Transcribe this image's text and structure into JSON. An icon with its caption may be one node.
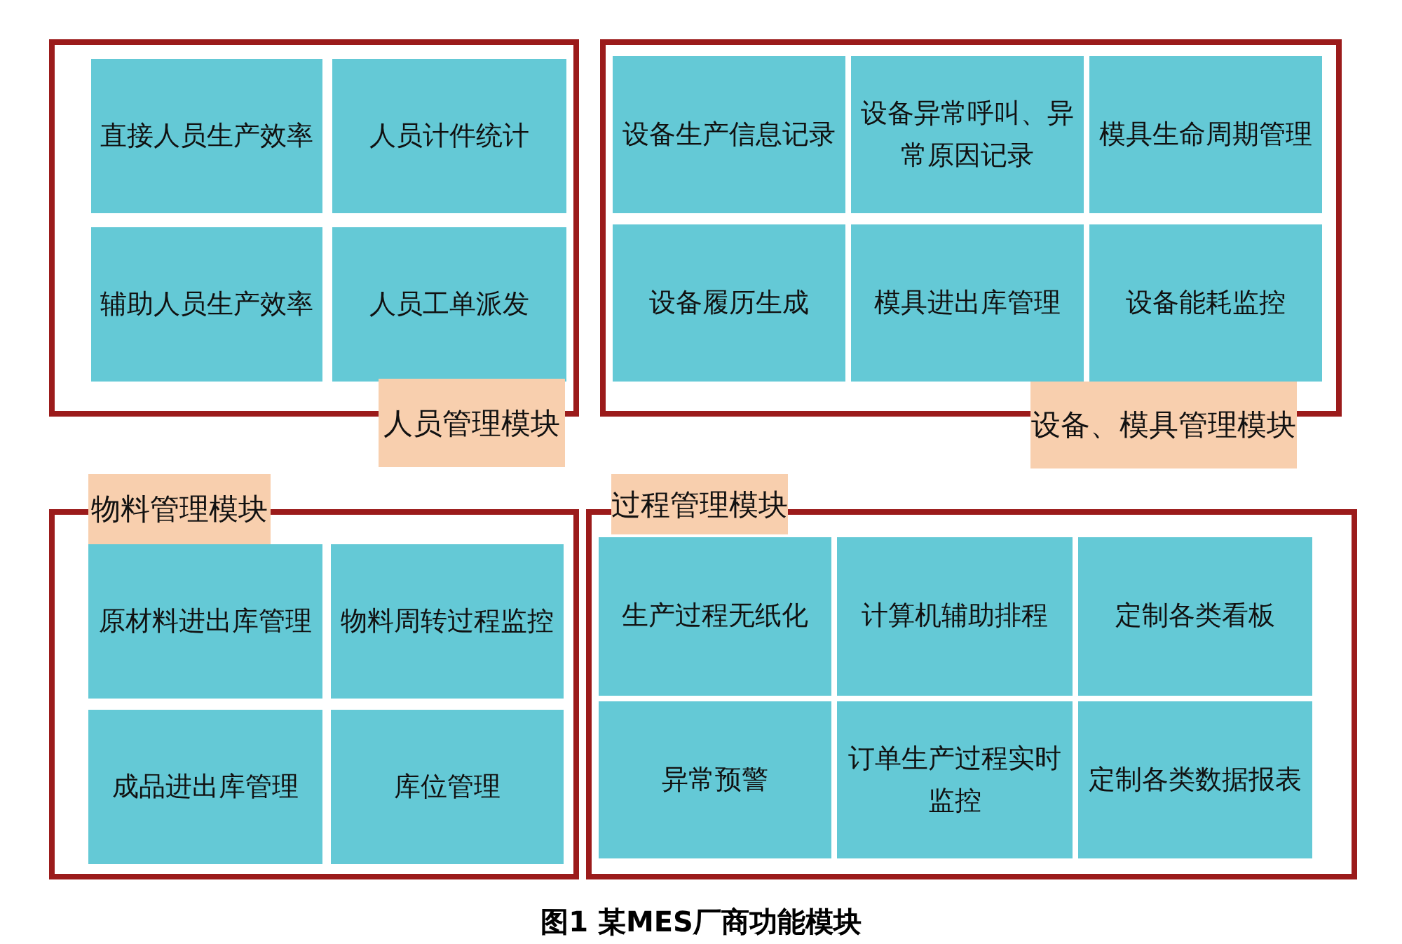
{
  "diagram": {
    "caption": "图1 某MES厂商功能模块",
    "nodes": [
      {
        "text": [
          "人员管理模块"
        ]
      },
      {
        "text": [
          "直接人员生产效率"
        ],
        "in": 0
      },
      {
        "text": [
          "人员计件统计"
        ],
        "in": 0
      },
      {
        "text": [
          "辅助人员生产效率"
        ],
        "in": 0
      },
      {
        "text": [
          "人员工单派发"
        ],
        "in": 0
      },
      {
        "text": [
          "设备、模具管理模块"
        ]
      },
      {
        "text": [
          "设备生产信息记录"
        ],
        "in": 5
      },
      {
        "text": [
          "设备异常呼叫、异常原因记录"
        ],
        "in": 5
      },
      {
        "text": [
          "模具生命周期管理"
        ],
        "in": 5
      },
      {
        "text": [
          "设备履历生成"
        ],
        "in": 5
      },
      {
        "text": [
          "模具进出库管理"
        ],
        "in": 5
      },
      {
        "text": [
          "设备能耗监控"
        ],
        "in": 5
      },
      {
        "text": [
          "物料管理模块"
        ]
      },
      {
        "text": [
          "原材料进出库管理"
        ],
        "in": 12
      },
      {
        "text": [
          "物料周转过程监控"
        ],
        "in": 12
      },
      {
        "text": [
          "成品进出库管理"
        ],
        "in": 12
      },
      {
        "text": [
          "库位管理"
        ],
        "in": 12
      },
      {
        "text": [
          "过程管理模块"
        ]
      },
      {
        "text": [
          "生产过程无纸化"
        ],
        "in": 17
      },
      {
        "text": [
          "计算机辅助排程"
        ],
        "in": 17
      },
      {
        "text": [
          "定制各类看板"
        ],
        "in": 17
      },
      {
        "text": [
          "异常预警"
        ],
        "in": 17
      },
      {
        "text": [
          "订单生产过程实时监控"
        ],
        "in": 17
      },
      {
        "text": [
          "定制各类数据报表"
        ],
        "in": 17
      }
    ]
  }
}
